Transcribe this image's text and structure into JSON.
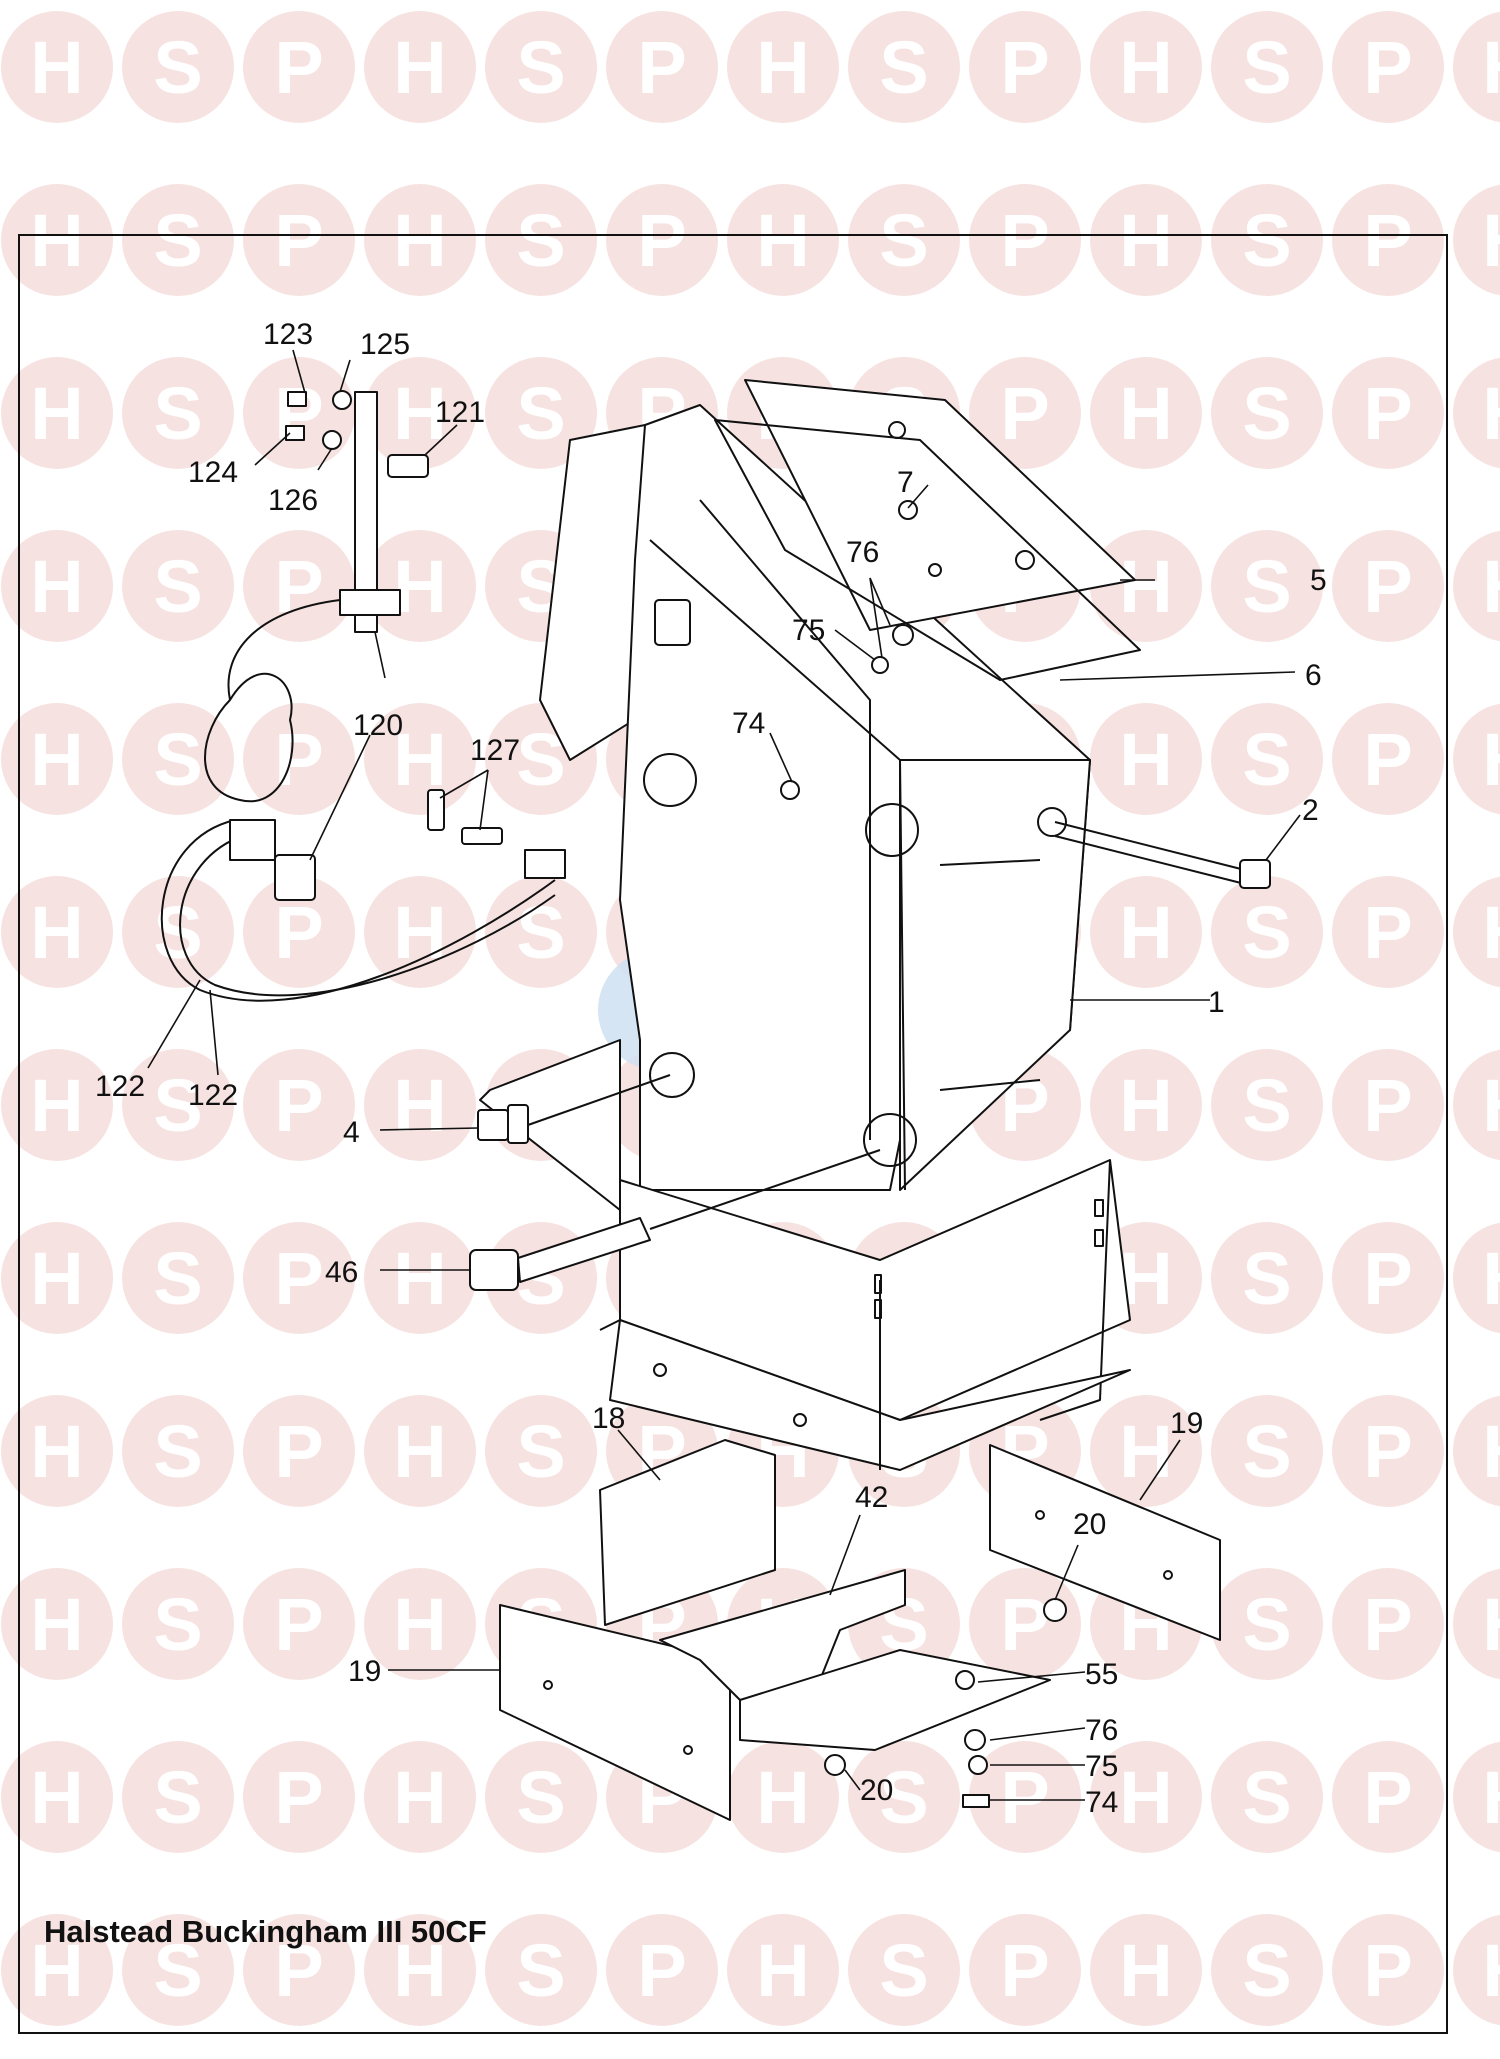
{
  "watermark": {
    "letters": [
      "H",
      "S",
      "P"
    ],
    "circle_color": "#f6e3e1",
    "letter_color": "#ffffff",
    "center_logo_colors": [
      "#cfe0f2",
      "#f3d6d6",
      "#cfe0f2"
    ]
  },
  "title": "Halstead Buckingham III 50CF",
  "callouts": [
    {
      "id": "123",
      "text": "123"
    },
    {
      "id": "125",
      "text": "125"
    },
    {
      "id": "121",
      "text": "121"
    },
    {
      "id": "124",
      "text": "124"
    },
    {
      "id": "126",
      "text": "126"
    },
    {
      "id": "7",
      "text": "7"
    },
    {
      "id": "76a",
      "text": "76"
    },
    {
      "id": "5",
      "text": "5"
    },
    {
      "id": "75a",
      "text": "75"
    },
    {
      "id": "6",
      "text": "6"
    },
    {
      "id": "120",
      "text": "120"
    },
    {
      "id": "74a",
      "text": "74"
    },
    {
      "id": "127",
      "text": "127"
    },
    {
      "id": "2",
      "text": "2"
    },
    {
      "id": "1",
      "text": "1"
    },
    {
      "id": "122a",
      "text": "122"
    },
    {
      "id": "122b",
      "text": "122"
    },
    {
      "id": "4",
      "text": "4"
    },
    {
      "id": "46",
      "text": "46"
    },
    {
      "id": "18",
      "text": "18"
    },
    {
      "id": "19a",
      "text": "19"
    },
    {
      "id": "42",
      "text": "42"
    },
    {
      "id": "20a",
      "text": "20"
    },
    {
      "id": "19b",
      "text": "19"
    },
    {
      "id": "55",
      "text": "55"
    },
    {
      "id": "76b",
      "text": "76"
    },
    {
      "id": "75b",
      "text": "75"
    },
    {
      "id": "20b",
      "text": "20"
    },
    {
      "id": "74b",
      "text": "74"
    }
  ]
}
